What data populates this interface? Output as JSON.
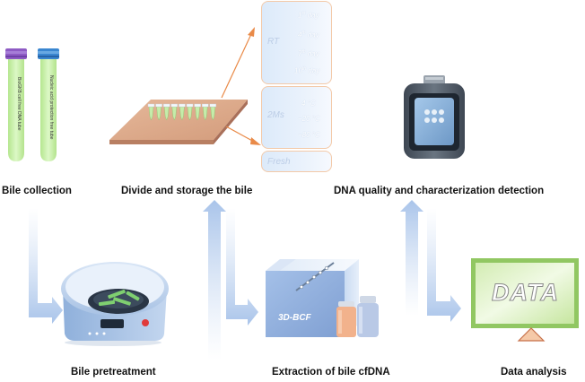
{
  "tubes": {
    "left_label": "BioGKB cell free DNA tube",
    "right_label": "Nucleic acid protection free tube"
  },
  "storage": {
    "rt": {
      "tag": "RT",
      "items": [
        {
          "num": "1",
          "sup": "st",
          "rest": " day"
        },
        {
          "num": "4",
          "sup": "th",
          "rest": " day"
        },
        {
          "num": "7",
          "sup": "th",
          "rest": " day"
        },
        {
          "num": "10",
          "sup": "th",
          "rest": " day"
        }
      ]
    },
    "cold": {
      "tag": "2Ms",
      "items": [
        "4 °C",
        "−20 °C",
        "−80 °C"
      ]
    },
    "fresh": {
      "tag": "Fresh"
    }
  },
  "extraction_box_label": "3D-BCF",
  "monitor_text": "DATA",
  "stages": {
    "bile_collection": "Bile collection",
    "divide_storage": "Divide and storage the bile",
    "dna_quality": "DNA quality and characterization detection",
    "bile_pretreatment": "Bile pretreatment",
    "extraction": "Extraction of bile cfDNA",
    "data_analysis": "Data analysis"
  },
  "colors": {
    "flow_arrow": "#a9c4ea",
    "storage_arrow": "#e98a48",
    "panel_border": "#f3c9a8",
    "tube_cap_purple": "#8e5bc4",
    "tube_cap_blue": "#3a86d0",
    "tube_body": "#c8f0a6"
  }
}
